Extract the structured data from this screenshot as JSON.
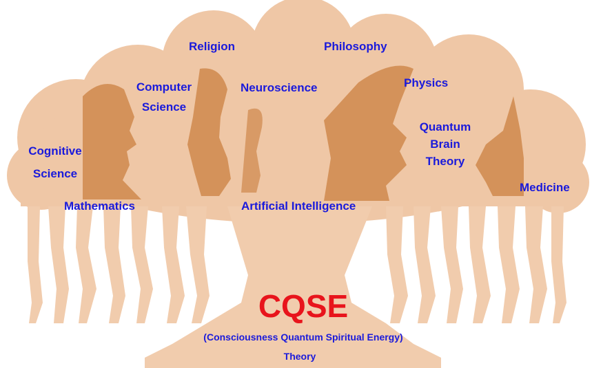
{
  "colors": {
    "canopy": "#efc7a6",
    "profile": "#d4925a",
    "trunk": "#f1ccad",
    "label": "#1a1adb",
    "title": "#e8141c"
  },
  "labels": {
    "religion": "Religion",
    "philosophy": "Philosophy",
    "computer": [
      "Computer",
      "Science"
    ],
    "neuroscience": "Neuroscience",
    "physics": "Physics",
    "quantum": [
      "Quantum",
      "Brain",
      "Theory"
    ],
    "cognitive": [
      "Cognitive",
      "Science"
    ],
    "medicine": "Medicine",
    "mathematics": "Mathematics",
    "ai": "Artificial Intelligence"
  },
  "cqse": {
    "title": "CQSE",
    "subtitle": "(Consciousness Quantum Spiritual Energy)",
    "theory": "Theory"
  },
  "icons": [
    "tree-canopy",
    "head-profile-icons",
    "human-figure-roots"
  ]
}
